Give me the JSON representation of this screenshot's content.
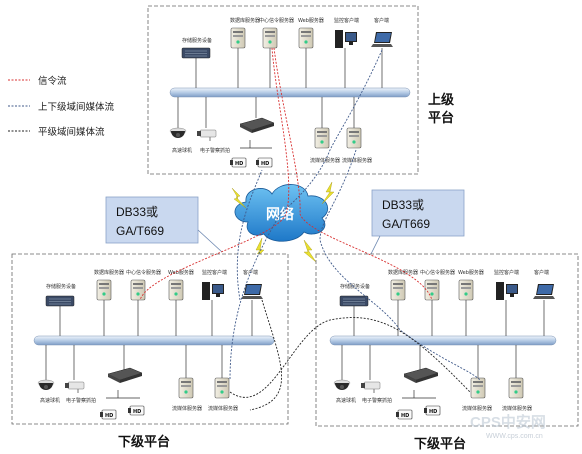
{
  "legend": {
    "signal": "信令流",
    "cross_domain": "上下级域间媒体流",
    "peer_domain": "平级域间媒体流"
  },
  "upper_platform": {
    "title_line1": "上级",
    "title_line2": "平台",
    "servers": [
      "数据库服务器",
      "中心信令服务器",
      "Web服务器",
      "监控客户端",
      "客户端"
    ],
    "storage_label": "存储服务设备",
    "camera_labels": [
      "高速球机",
      "电子警察抓拍"
    ],
    "media_labels": [
      "流媒体服务器",
      "流媒体服务器"
    ]
  },
  "network_label": "网络",
  "callout_left": {
    "line1": "DB33或",
    "line2": "GA/T669"
  },
  "callout_right": {
    "line1": "DB33或",
    "line2": "GA/T669"
  },
  "lower_left": {
    "title": "下级平台",
    "servers": [
      "数据库服务器",
      "中心信令服务器",
      "Web服务器",
      "监控客户端",
      "客户端"
    ],
    "storage_label": "存储服务设备",
    "camera_labels": [
      "高速球机",
      "电子警察抓拍"
    ],
    "media_labels": [
      "流媒体服务器",
      "流媒体服务器"
    ]
  },
  "lower_right": {
    "title": "下级平台",
    "servers": [
      "数据库服务器",
      "中心信令服务器",
      "Web服务器",
      "监控客户端",
      "客户端"
    ],
    "storage_label": "存储服务设备",
    "camera_labels": [
      "高速球机",
      "电子警察抓拍"
    ],
    "media_labels": [
      "流媒体服务器",
      "流媒体服务器"
    ]
  },
  "hd_label": "HD",
  "watermark": {
    "brand": "CPS中安网",
    "url": "WWW.cps.com.cn"
  },
  "colors": {
    "signal": "#d83030",
    "cross": "#405a8a",
    "peer": "#222222",
    "backbone": "#c8d8ea",
    "callout_fill": "#c9d8ef",
    "cloud": "#2f8fd8",
    "bolt": "#e8e030"
  }
}
